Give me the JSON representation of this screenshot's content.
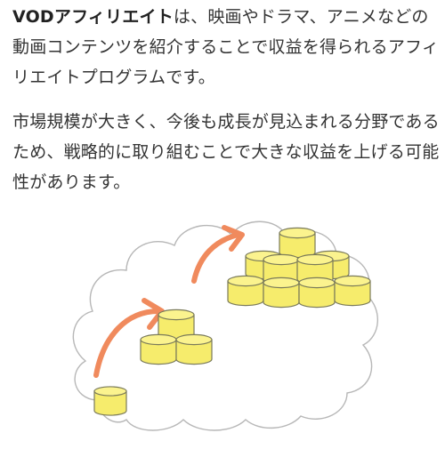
{
  "article": {
    "paragraph1": {
      "bold_lead": "VODアフィリエイト",
      "text": "は、映画やドラマ、アニメなどの動画コンテンツを紹介することで収益を得られるアフィリエイトプログラムです。"
    },
    "paragraph2": {
      "text": "市場規模が大きく、今後も成長が見込まれる分野であるため、戦略的に取り組むことで大きな収益を上げる可能性があります。"
    }
  },
  "illustration": {
    "icon": "cloud-with-growing-coin-stacks",
    "colors": {
      "coin_fill": "#f6ec6c",
      "coin_top": "#fbf38e",
      "coin_stroke": "#7a7a5a",
      "arrow": "#f08a5d",
      "cloud_stroke": "#b7b7b7",
      "background": "#ffffff"
    }
  }
}
